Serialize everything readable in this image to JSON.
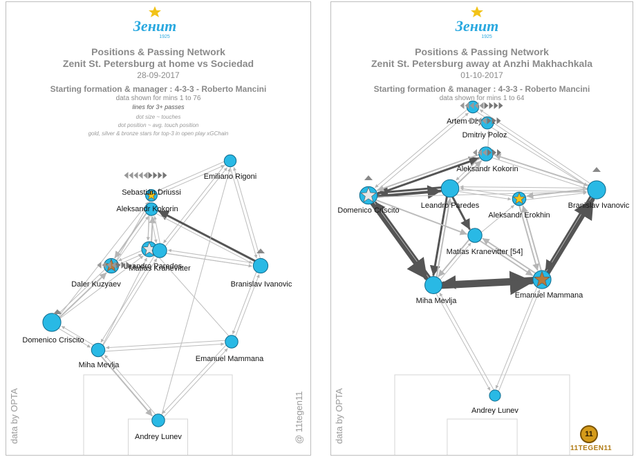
{
  "club": {
    "logo_word": "Зенит",
    "logo_year": "1925",
    "colors": {
      "blue": "#29a8df",
      "star": "#f2c318"
    }
  },
  "colors": {
    "node": "#29b9e5",
    "node_stroke": "#0f6a8c",
    "gold": "#f2c318",
    "silver": "#e8e8e8",
    "bronze": "#b87a3b",
    "pass": "#5a5a5a",
    "pitch_line": "#d5d5d5"
  },
  "left": {
    "title": "Positions & Passing Network",
    "match": "Zenit St. Petersburg at home vs Sociedad",
    "date": "28-09-2017",
    "formation": "Starting formation & manager : 4-3-3 - Roberto Mancini",
    "mins": "data shown for mins 1 to 76",
    "lines_note": "lines for 3+ passes",
    "notes": [
      "dot size ~ touches",
      "dot position ~ avg. touch position",
      "gold, silver & bronze stars for top-3 in open play xGChain"
    ],
    "credit_left": "data by OPTA",
    "credit_right": "@ 11tegen11",
    "players": [
      {
        "name": "Emiliano Rigoni",
        "touches": 20,
        "star": ""
      },
      {
        "name": "Sebastián Driussi",
        "touches": 18,
        "star": "gold"
      },
      {
        "name": "Aleksandr Kokorin",
        "touches": 25,
        "star": ""
      },
      {
        "name": "Leandro Paredes",
        "touches": 45,
        "star": "silver"
      },
      {
        "name": "Matías Kranevitter",
        "touches": 35,
        "star": ""
      },
      {
        "name": "Daler Kuzyaev",
        "touches": 40,
        "star": "bronze"
      },
      {
        "name": "Branislav Ivanovic",
        "touches": 40,
        "star": ""
      },
      {
        "name": "Domenico Criscito",
        "touches": 75,
        "star": ""
      },
      {
        "name": "Miha Mevlja",
        "touches": 30,
        "star": ""
      },
      {
        "name": "Emanuel Mammana",
        "touches": 25,
        "star": ""
      },
      {
        "name": "Andrey Lunev",
        "touches": 25,
        "star": ""
      }
    ]
  },
  "right": {
    "title": "Positions & Passing Network",
    "match": "Zenit St. Petersburg  away at  Anzhi Makhachkala",
    "date": "01-10-2017",
    "formation": "Starting formation & manager : 4-3-3 - Roberto Mancini",
    "mins": "data shown for mins 1 to 64",
    "credit_left": "data by OPTA",
    "corner_logo": "11TEGEN11",
    "players": [
      {
        "name": "Artem Dzyuba",
        "touches": 20,
        "star": ""
      },
      {
        "name": "Dmitriy Poloz",
        "touches": 22,
        "star": ""
      },
      {
        "name": "Aleksandr Kokorin",
        "touches": 35,
        "star": ""
      },
      {
        "name": "Domenico Criscito",
        "touches": 70,
        "star": "silver"
      },
      {
        "name": "Leandro Paredes",
        "touches": 70,
        "star": ""
      },
      {
        "name": "Aleksandr Erokhin",
        "touches": 30,
        "star": "gold"
      },
      {
        "name": "Branislav Ivanovic",
        "touches": 75,
        "star": ""
      },
      {
        "name": "Matías Kranevitter [54]",
        "touches": 35,
        "star": ""
      },
      {
        "name": "Miha Mevlja",
        "touches": 65,
        "star": ""
      },
      {
        "name": "Emanuel Mammana",
        "touches": 75,
        "star": "bronze"
      },
      {
        "name": "Andrey Lunev",
        "touches": 15,
        "star": ""
      }
    ]
  }
}
